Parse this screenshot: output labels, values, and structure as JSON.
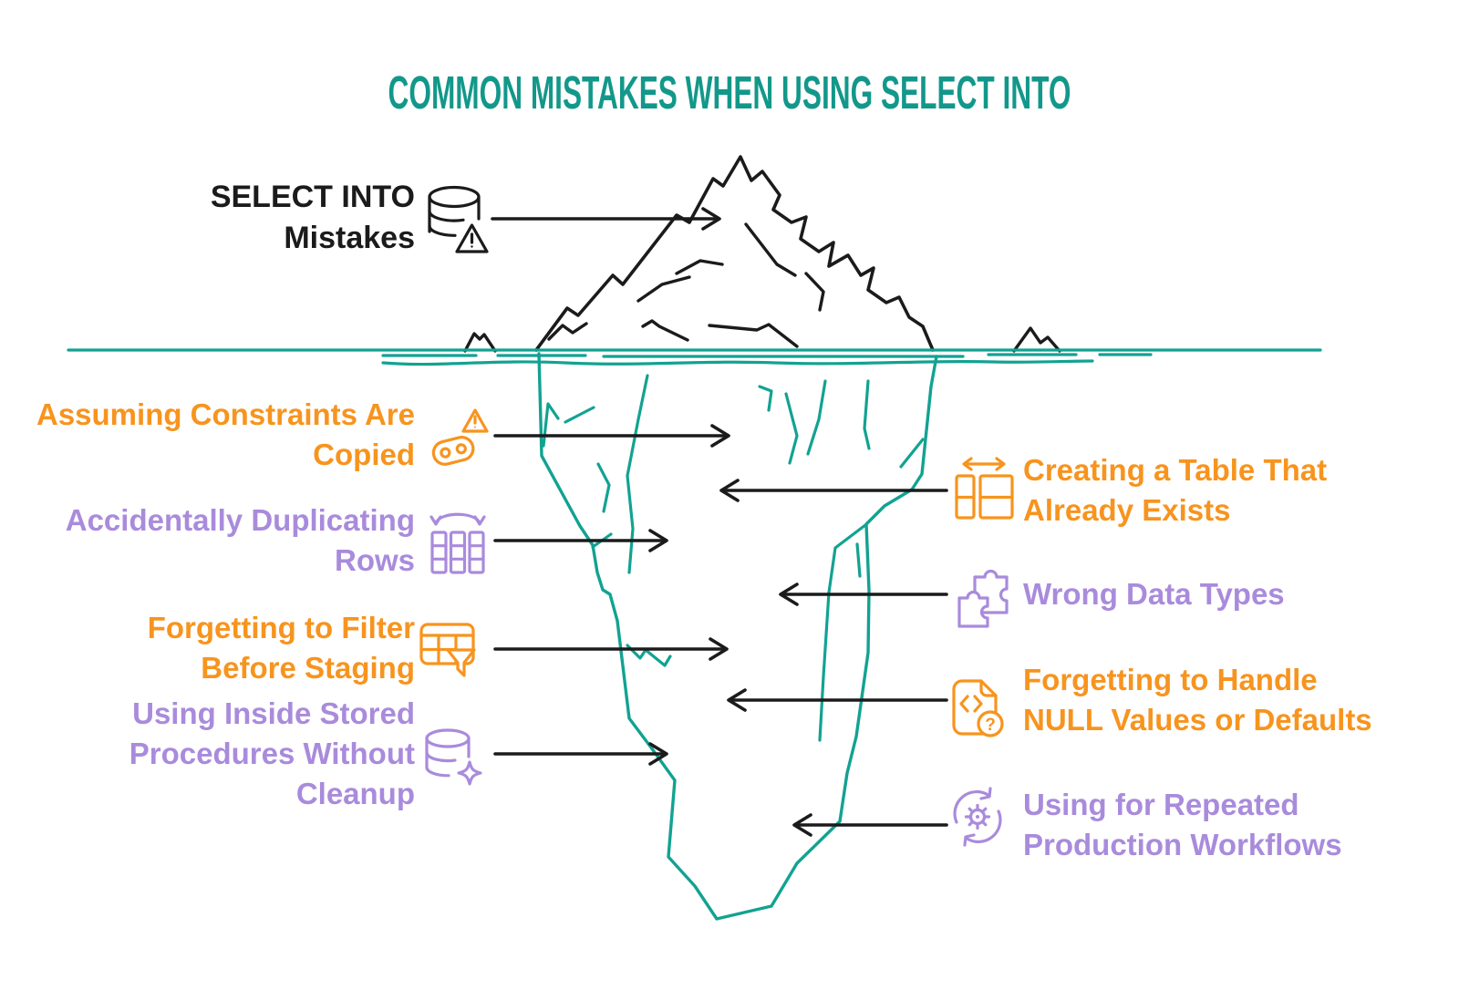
{
  "title": "COMMON MISTAKES WHEN USING SELECT INTO",
  "topic": {
    "label": "SELECT INTO\nMistakes",
    "icon": "database-warning-icon"
  },
  "left_items": [
    {
      "label": "Assuming Constraints Are\nCopied",
      "color": "orange",
      "icon": "constraint-warning-icon"
    },
    {
      "label": "Accidentally Duplicating\nRows",
      "color": "purple",
      "icon": "duplicate-rows-icon"
    },
    {
      "label": "Forgetting to Filter\nBefore Staging",
      "color": "orange",
      "icon": "table-filter-icon"
    },
    {
      "label": "Using Inside Stored\nProcedures Without\nCleanup",
      "color": "purple",
      "icon": "database-sparkle-icon"
    }
  ],
  "right_items": [
    {
      "label": "Creating a Table That\nAlready Exists",
      "color": "orange",
      "icon": "table-resize-icon"
    },
    {
      "label": "Wrong Data Types",
      "color": "purple",
      "icon": "puzzle-icon"
    },
    {
      "label": "Forgetting to Handle\nNULL Values or Defaults",
      "color": "orange",
      "icon": "code-file-question-icon"
    },
    {
      "label": "Using for Repeated\nProduction Workflows",
      "color": "purple",
      "icon": "gear-refresh-icon"
    }
  ],
  "question_mark": "?",
  "colors": {
    "teal": "#12988A",
    "water": "#12A292",
    "orange": "#F7941E",
    "purple": "#A98BDC",
    "ink": "#1B1B1B"
  }
}
